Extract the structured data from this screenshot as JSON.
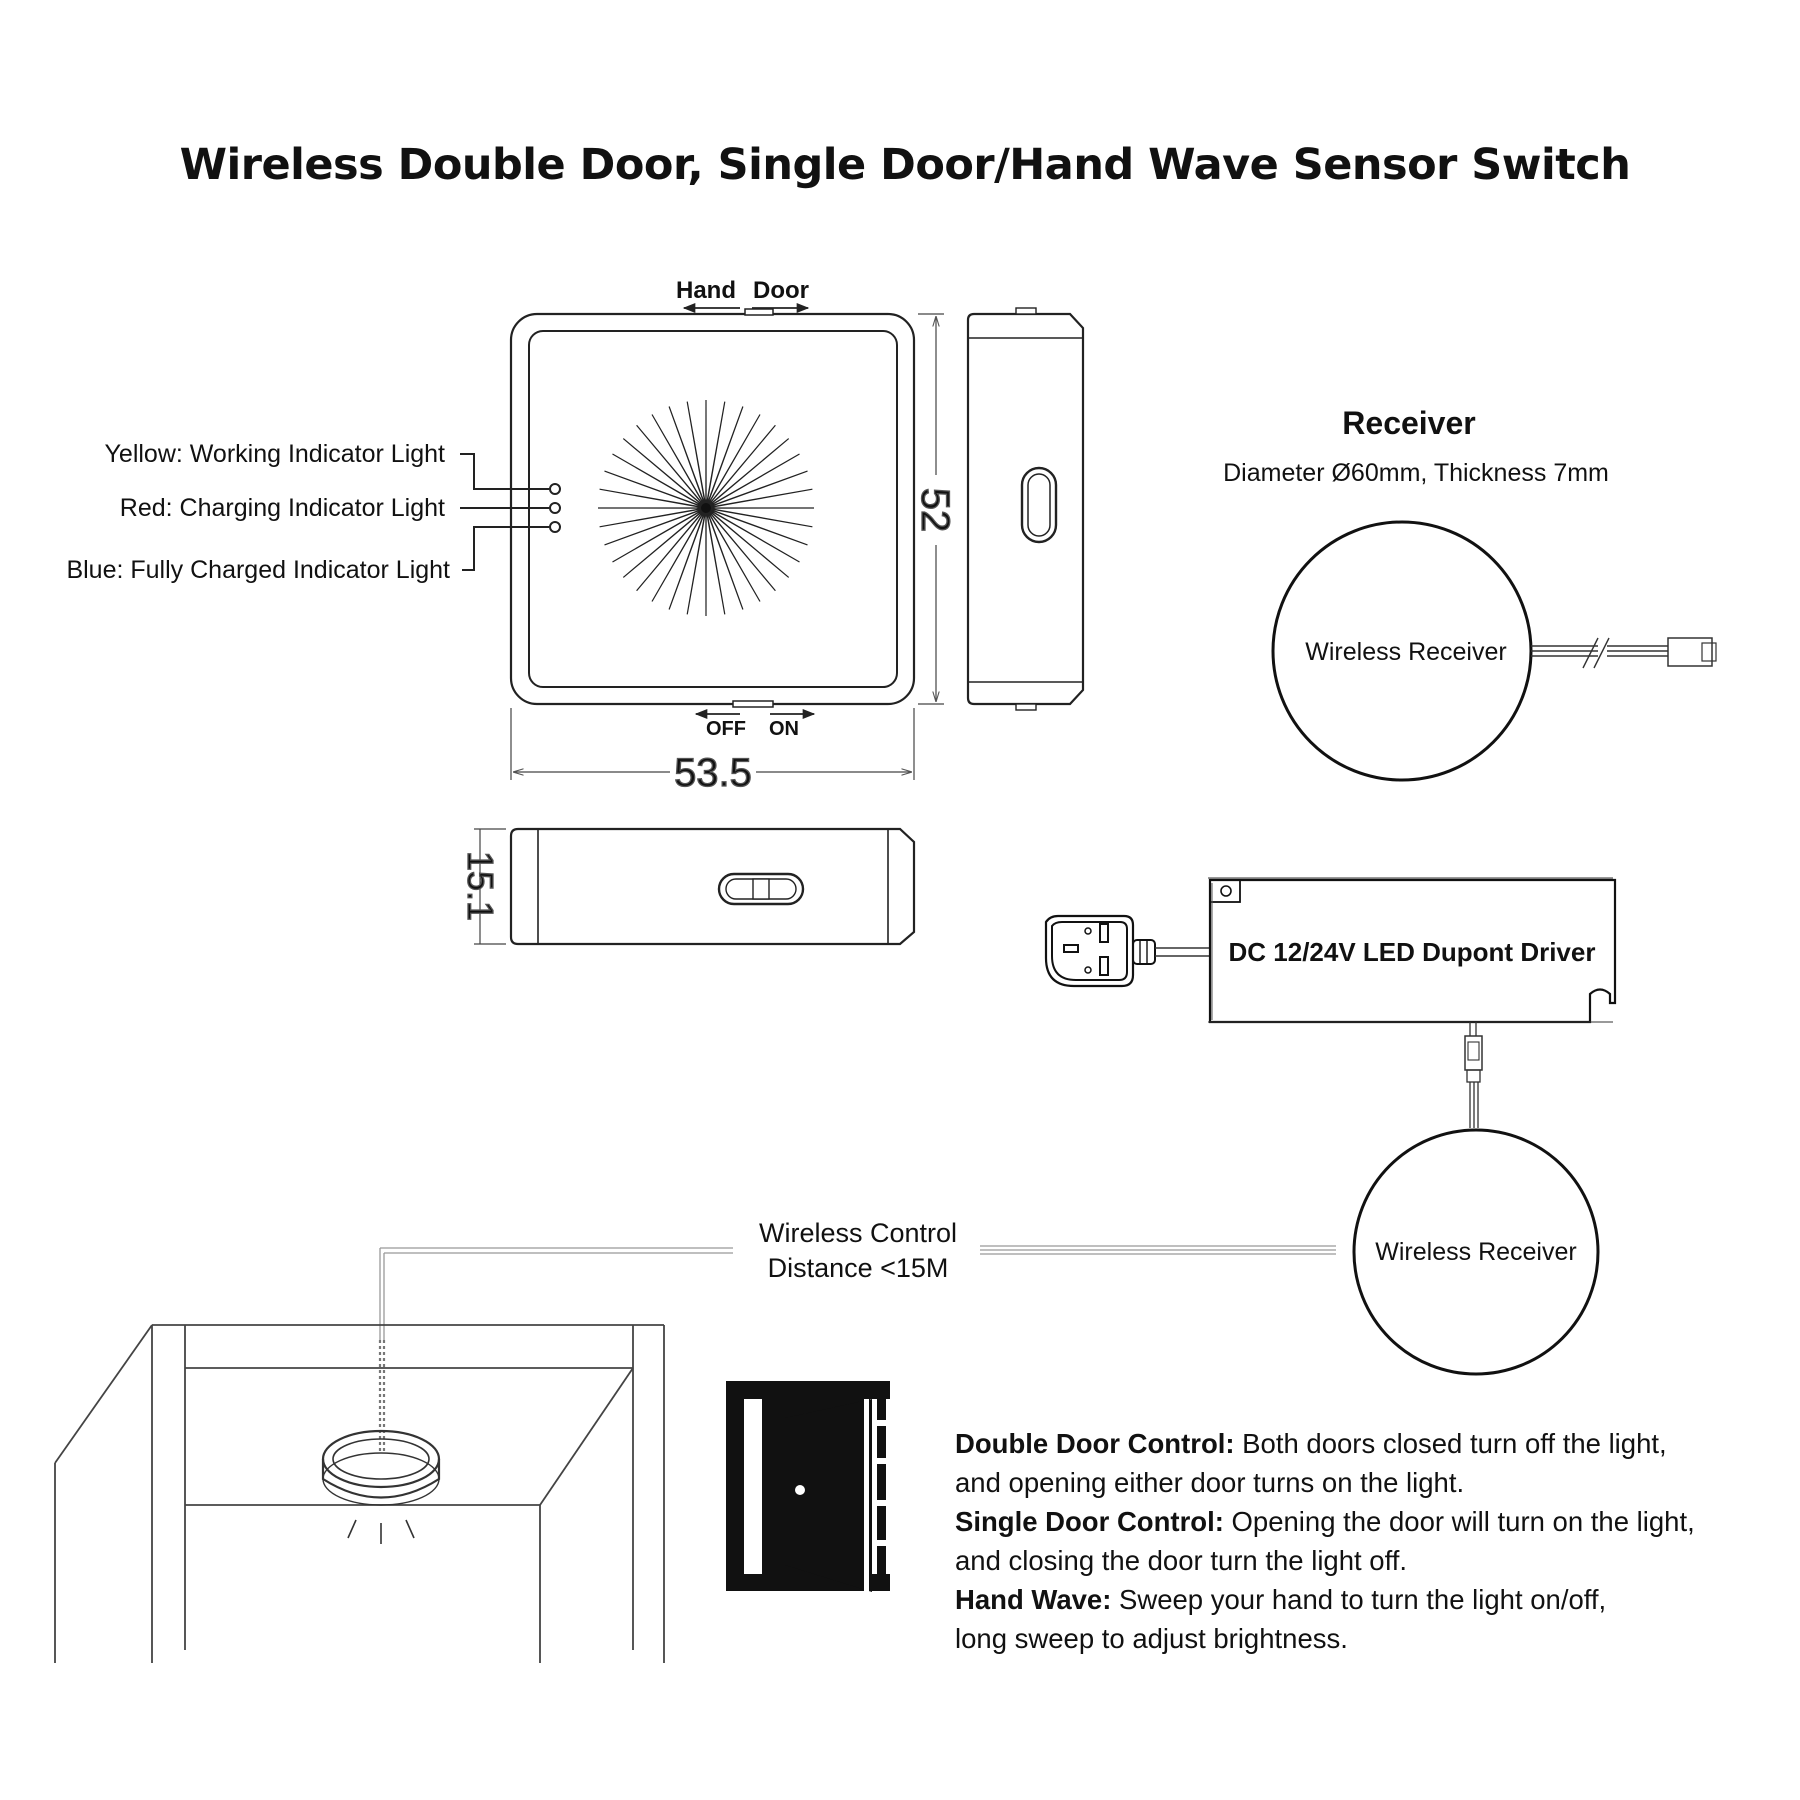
{
  "title": "Wireless Double Door, Single Door/Hand Wave Sensor Switch",
  "sensor": {
    "mode_left": "Hand",
    "mode_right": "Door",
    "switch_off": "OFF",
    "switch_on": "ON",
    "width_dim": "53.5",
    "height_dim": "52",
    "thickness_dim": "15.1",
    "indicators": [
      "Yellow: Working Indicator Light",
      "Red: Charging Indicator Light",
      "Blue: Fully Charged Indicator Light"
    ]
  },
  "receiver_spec": {
    "heading": "Receiver",
    "spec": "Diameter Ø60mm, Thickness 7mm",
    "label": "Wireless Receiver"
  },
  "driver": {
    "label": "DC 12/24V LED Dupont Driver"
  },
  "wireless": {
    "line1": "Wireless Control",
    "line2": "Distance <15M",
    "receiver_label": "Wireless Receiver"
  },
  "description": [
    {
      "label": "Double Door Control:",
      "text": " Both doors closed turn off the light,"
    },
    {
      "label": "",
      "text": "and opening either door turns on the light."
    },
    {
      "label": "Single Door Control:",
      "text": " Opening the door will turn on the light,"
    },
    {
      "label": "",
      "text": "and closing the door turn the light off."
    },
    {
      "label": "Hand Wave:",
      "text": " Sweep your hand to turn the light on/off,"
    },
    {
      "label": "",
      "text": "long sweep to adjust brightness."
    }
  ]
}
